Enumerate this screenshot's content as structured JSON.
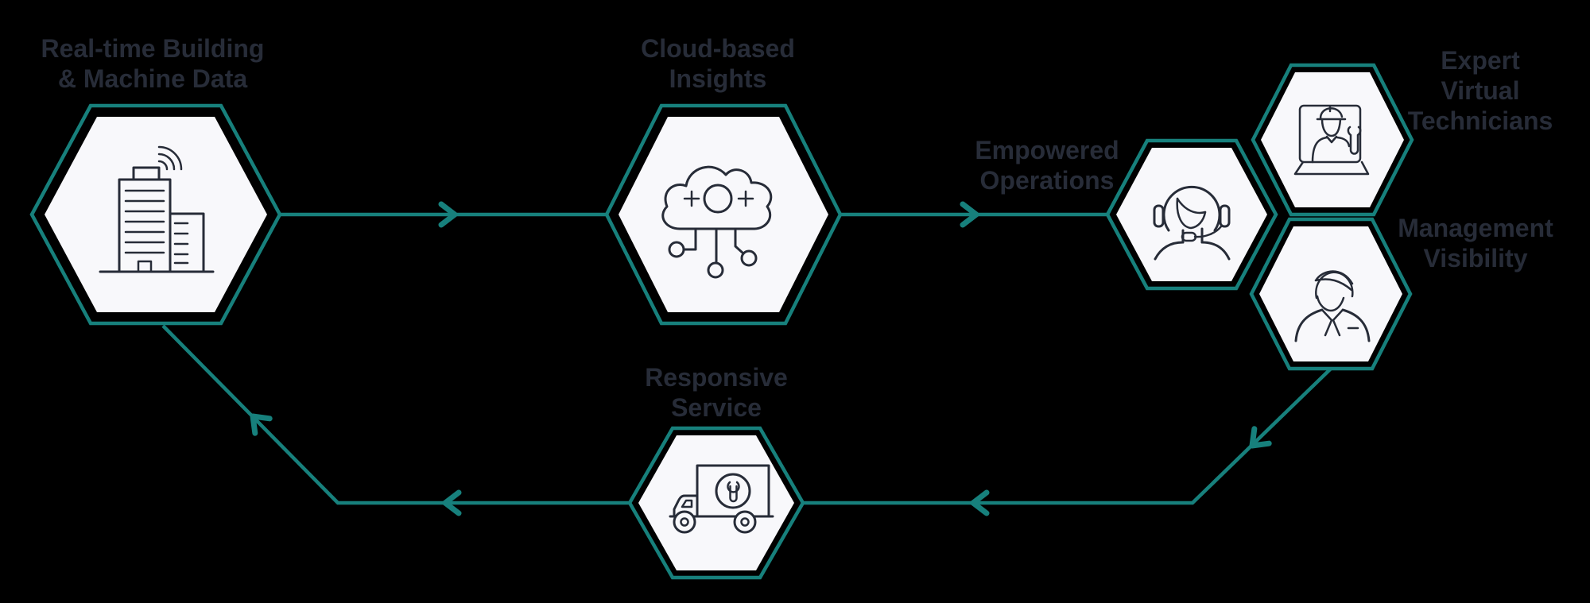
{
  "colors": {
    "background": "#000000",
    "accent": "#17807c",
    "ink": "#272c38",
    "hex_fill": "#f8f8fb"
  },
  "nodes": {
    "building": {
      "label": "Real-time Building\n& Machine Data",
      "icon": "building-wifi-icon"
    },
    "cloud": {
      "label": "Cloud-based\nInsights",
      "icon": "cloud-network-icon"
    },
    "operations": {
      "label": "Empowered\nOperations",
      "icon": "headset-agent-icon"
    },
    "technicians": {
      "label": "Expert Virtual\nTechnicians",
      "icon": "technician-laptop-icon"
    },
    "management": {
      "label": "Management\nVisibility",
      "icon": "business-person-icon"
    },
    "service": {
      "label": "Responsive\nService",
      "icon": "service-truck-icon"
    }
  },
  "flow": {
    "type": "cycle",
    "sequence": [
      "building",
      "cloud",
      "operations",
      "technicians",
      "management",
      "service",
      "building"
    ],
    "arrow_color": "#17807c"
  }
}
